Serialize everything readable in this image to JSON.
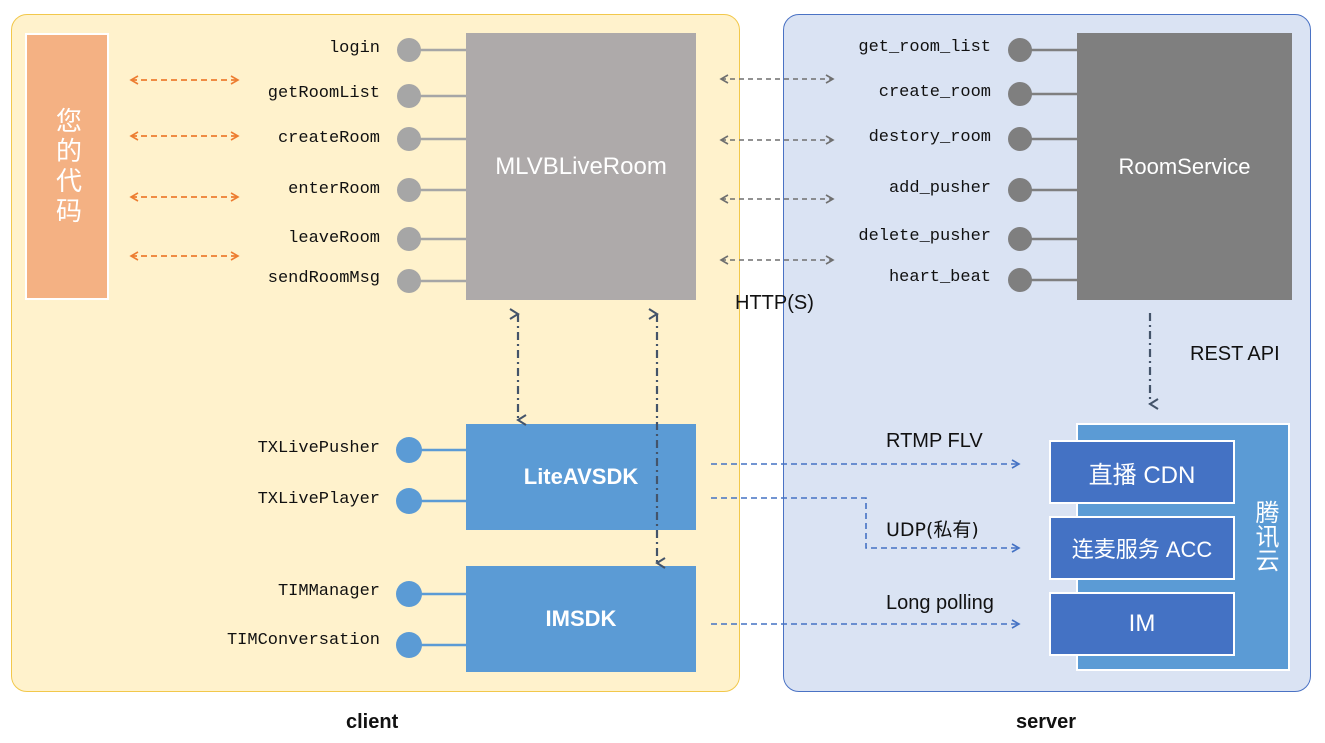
{
  "client": {
    "label": "client",
    "your_code": "您的代码",
    "live_room": "MLVBLiveRoom",
    "lite_sdk": "LiteAVSDK",
    "im_sdk": "IMSDK",
    "room_apis": [
      "login",
      "getRoomList",
      "createRoom",
      "enterRoom",
      "leaveRoom",
      "sendRoomMsg"
    ],
    "pusher_apis": [
      "TXLivePusher",
      "TXLivePlayer"
    ],
    "im_apis": [
      "TIMManager",
      "TIMConversation"
    ]
  },
  "server": {
    "label": "server",
    "room_service": "RoomService",
    "room_apis": [
      "get_room_list",
      "create_room",
      "destory_room",
      "add_pusher",
      "delete_pusher",
      "heart_beat"
    ],
    "rest_api": "REST API",
    "cloud_label": "腾讯云",
    "cdn": "直播 CDN",
    "acc": "连麦服务 ACC",
    "im": "IM"
  },
  "links": {
    "http": "HTTP(S)",
    "rtmp": "RTMP FLV",
    "udp": "UDP(私有)",
    "polling": "Long polling"
  },
  "colors": {
    "client_bg": "#fff2cc",
    "server_bg": "#dae3f3",
    "accent_orange": "#f4b183",
    "gray_box": "#aeaaaa",
    "dark_gray_box": "#7f7f7f",
    "sdk_blue": "#5b9bd5",
    "service_blue": "#4472c4"
  }
}
